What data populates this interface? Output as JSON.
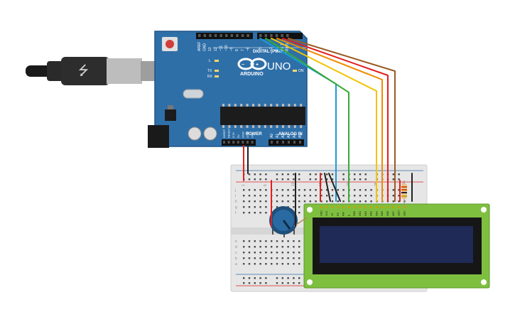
{
  "arduino": {
    "brand": "ARDUINO",
    "model": "UNO",
    "digital_header": "DIGITAL (PWM~)",
    "digital_pins": [
      "AREF",
      "GND",
      "13",
      "12",
      "~11",
      "~10",
      "~9",
      "8",
      "7",
      "~6",
      "~5",
      "4",
      "~3",
      "2",
      "TX 1",
      "RX 0"
    ],
    "power_header": "POWER",
    "power_pins": [
      "IOREF",
      "RESET",
      "3.3V",
      "5V",
      "GND",
      "GND",
      "Vin"
    ],
    "analog_header": "ANALOG IN",
    "analog_pins": [
      "A0",
      "A1",
      "A2",
      "A3",
      "A4",
      "A5"
    ],
    "led_labels": [
      "L",
      "TX",
      "RX"
    ],
    "on_label": "ON"
  },
  "breadboard": {
    "row_letters_top": [
      "j",
      "i",
      "h",
      "g",
      "f"
    ],
    "row_letters_bottom": [
      "e",
      "d",
      "c",
      "b",
      "a"
    ],
    "column_numbers": [
      "1",
      "",
      "",
      "",
      "5",
      "",
      "",
      "",
      "",
      "10",
      "",
      "",
      "",
      "",
      "15",
      "",
      "",
      "",
      "",
      "20",
      "",
      "",
      "",
      "",
      "25",
      "",
      "",
      "",
      "",
      "30"
    ]
  },
  "lcd": {
    "pin_labels": [
      "GND",
      "VCC",
      "V0",
      "RS",
      "RW",
      "E",
      "DB0",
      "DB1",
      "DB2",
      "DB3",
      "DB4",
      "DB5",
      "DB6",
      "DB7",
      "LED+",
      "LED-"
    ]
  },
  "wire_colors": {
    "blue": "#1b9ad6",
    "green": "#3aa935",
    "yellow": "#f2c400",
    "orange": "#f28a00",
    "red": "#e01f1f",
    "brown": "#9a5b24",
    "black": "#222222"
  },
  "colors": {
    "board": "#2f6fa8",
    "board_dark": "#1f5687",
    "lcd_pcb": "#7fbf3f",
    "lcd_screen": "#1f2a57",
    "breadboard": "#e6e6e6"
  }
}
